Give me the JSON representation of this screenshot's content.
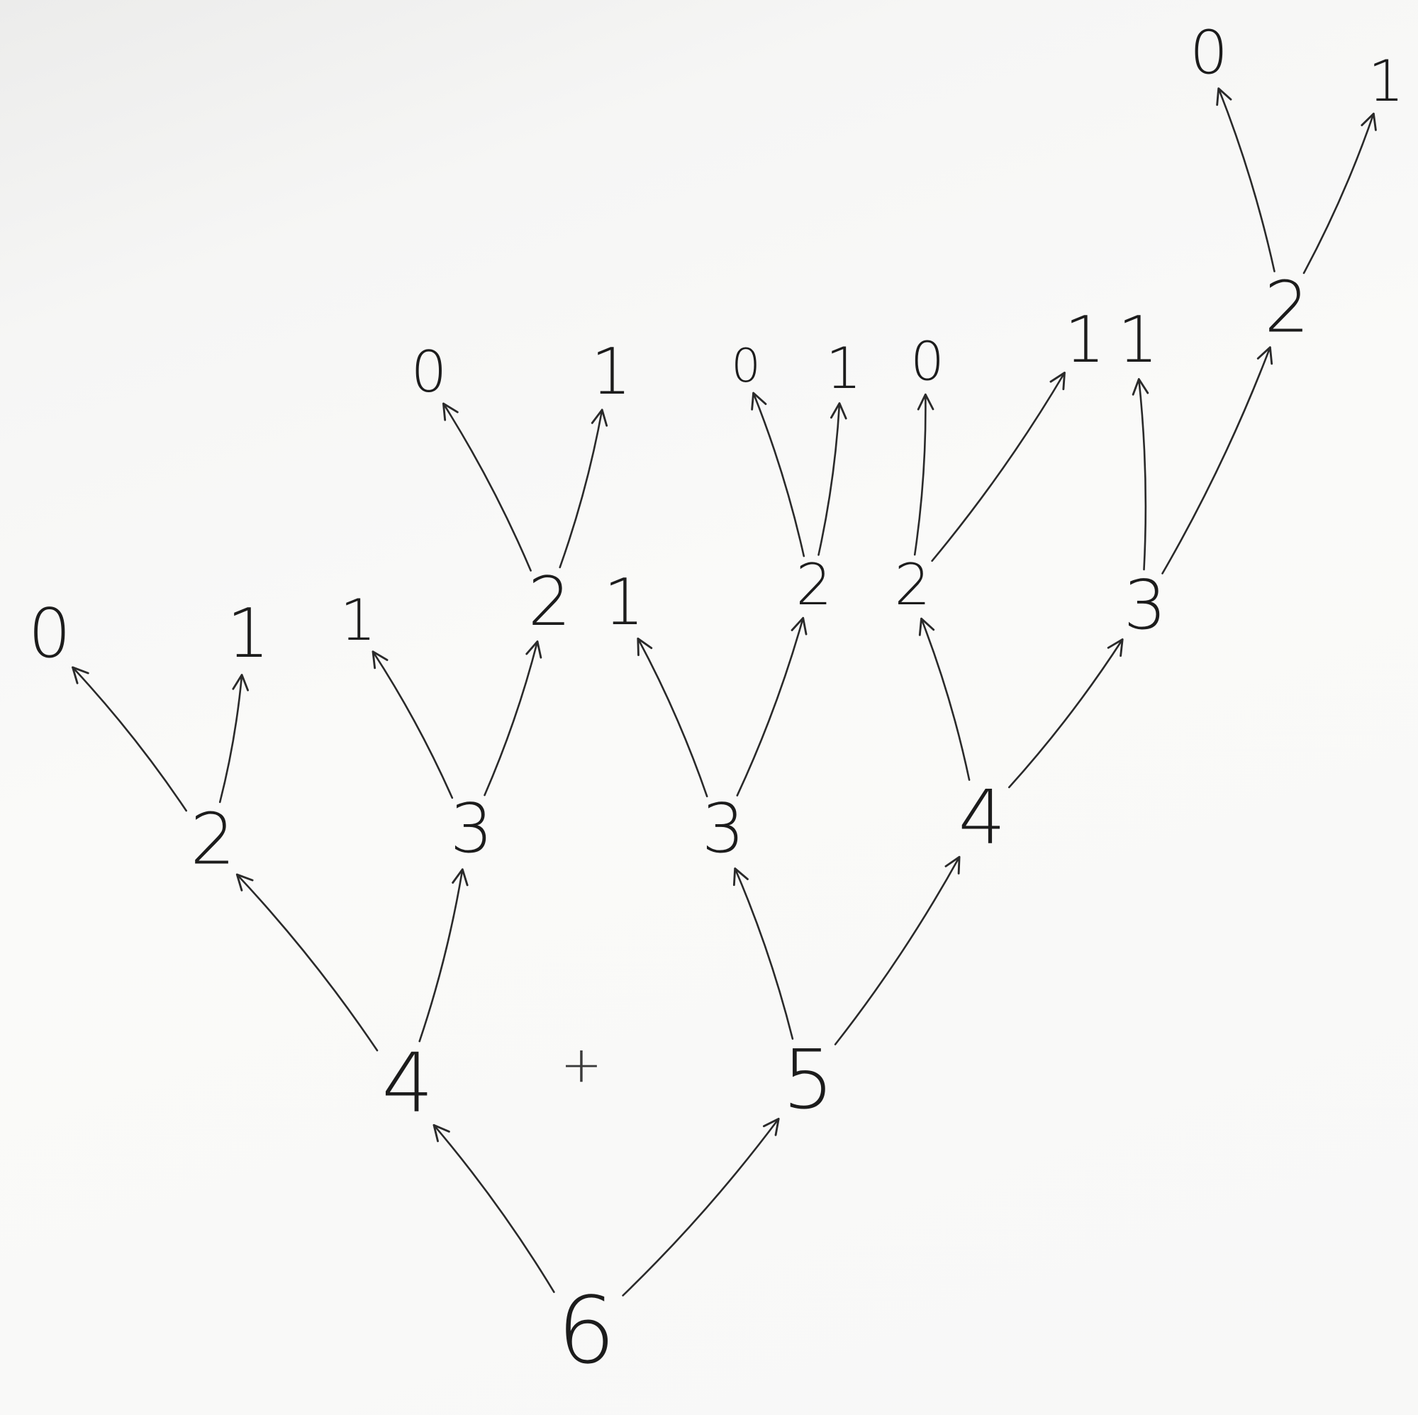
{
  "nodes": [
    {
      "id": "n6",
      "label": "6"
    },
    {
      "id": "n4",
      "label": "4"
    },
    {
      "id": "n5",
      "label": "5"
    },
    {
      "id": "n2a",
      "label": "2"
    },
    {
      "id": "n3a",
      "label": "3"
    },
    {
      "id": "n3b",
      "label": "3"
    },
    {
      "id": "n4b",
      "label": "4"
    },
    {
      "id": "n0a",
      "label": "0"
    },
    {
      "id": "n1a",
      "label": "1"
    },
    {
      "id": "n1b",
      "label": "1"
    },
    {
      "id": "n2b",
      "label": "2"
    },
    {
      "id": "n1c",
      "label": "1"
    },
    {
      "id": "n2c",
      "label": "2"
    },
    {
      "id": "n2d",
      "label": "2"
    },
    {
      "id": "n3c",
      "label": "3"
    },
    {
      "id": "n0b",
      "label": "0"
    },
    {
      "id": "n1d",
      "label": "1"
    },
    {
      "id": "n0c",
      "label": "0"
    },
    {
      "id": "n1e",
      "label": "1"
    },
    {
      "id": "n0d",
      "label": "0"
    },
    {
      "id": "n1f",
      "label": "1"
    },
    {
      "id": "n1g",
      "label": "1"
    },
    {
      "id": "n2e",
      "label": "2"
    },
    {
      "id": "n0e",
      "label": "0"
    },
    {
      "id": "n1h",
      "label": "1"
    }
  ],
  "edges": [
    {
      "from": "n6",
      "to": "n4"
    },
    {
      "from": "n6",
      "to": "n5"
    },
    {
      "from": "n4",
      "to": "n2a"
    },
    {
      "from": "n4",
      "to": "n3a"
    },
    {
      "from": "n5",
      "to": "n3b"
    },
    {
      "from": "n5",
      "to": "n4b"
    },
    {
      "from": "n2a",
      "to": "n0a"
    },
    {
      "from": "n2a",
      "to": "n1a"
    },
    {
      "from": "n3a",
      "to": "n1b"
    },
    {
      "from": "n3a",
      "to": "n2b"
    },
    {
      "from": "n3b",
      "to": "n1c"
    },
    {
      "from": "n3b",
      "to": "n2c"
    },
    {
      "from": "n4b",
      "to": "n2d"
    },
    {
      "from": "n4b",
      "to": "n3c"
    },
    {
      "from": "n2b",
      "to": "n0b"
    },
    {
      "from": "n2b",
      "to": "n1d"
    },
    {
      "from": "n2c",
      "to": "n0c"
    },
    {
      "from": "n2c",
      "to": "n1e"
    },
    {
      "from": "n2d",
      "to": "n0d"
    },
    {
      "from": "n2d",
      "to": "n1f"
    },
    {
      "from": "n3c",
      "to": "n1g"
    },
    {
      "from": "n3c",
      "to": "n2e"
    },
    {
      "from": "n2e",
      "to": "n0e"
    },
    {
      "from": "n2e",
      "to": "n1h"
    }
  ],
  "operator": "+",
  "colors": {
    "ink": "#1c1c1c",
    "paper": "#f7f7f6"
  }
}
